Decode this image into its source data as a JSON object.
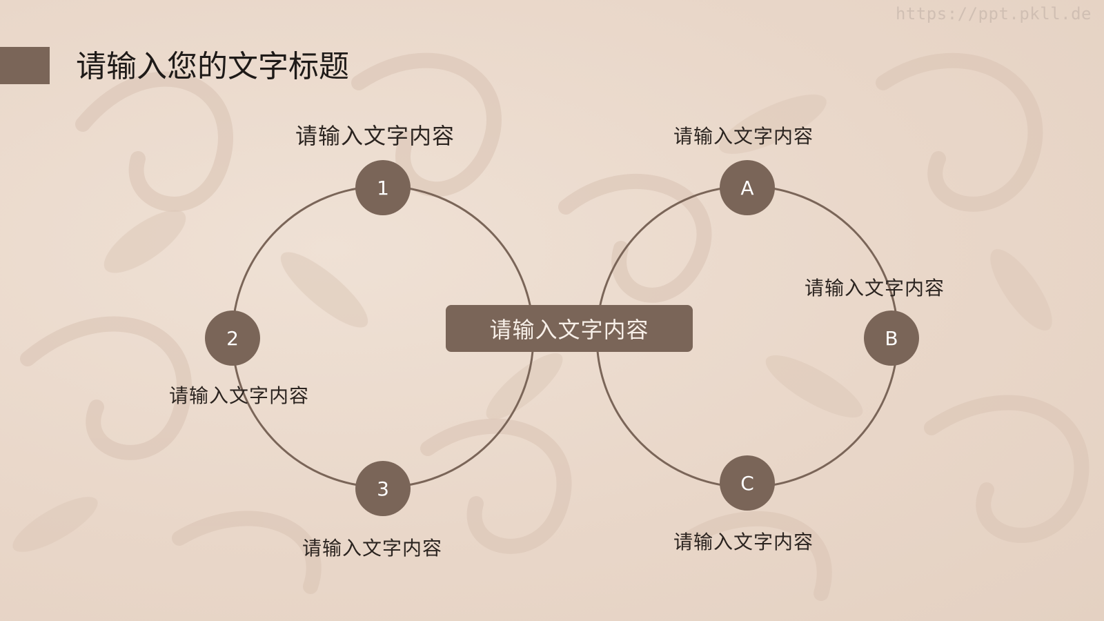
{
  "slide": {
    "title": "请输入您的文字标题",
    "watermark": "https://ppt.pkll.de"
  },
  "left_ring": {
    "nodes": [
      {
        "label": "1",
        "caption": "请输入文字内容"
      },
      {
        "label": "2",
        "caption": "请输入文字内容"
      },
      {
        "label": "3",
        "caption": "请输入文字内容"
      }
    ]
  },
  "right_ring": {
    "nodes": [
      {
        "label": "A",
        "caption": "请输入文字内容"
      },
      {
        "label": "B",
        "caption": "请输入文字内容"
      },
      {
        "label": "C",
        "caption": "请输入文字内容"
      }
    ]
  },
  "center": {
    "text": "请输入文字内容"
  },
  "colors": {
    "background": "#ecdccf",
    "accent": "#7a6558",
    "node_text": "#ffffff",
    "ring_stroke": "#7a6558"
  }
}
